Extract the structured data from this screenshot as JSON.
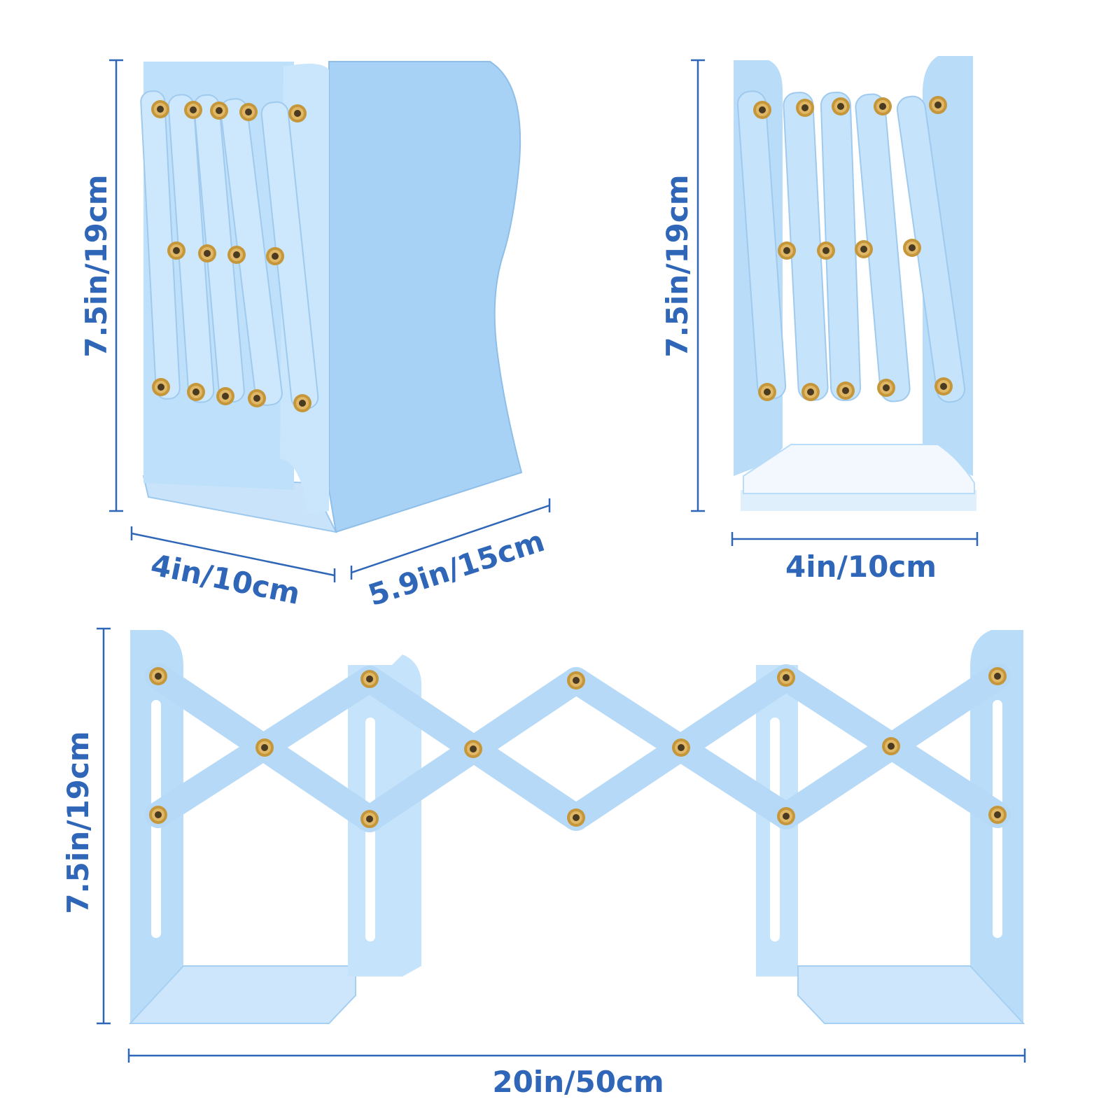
{
  "colors": {
    "accent": "#2f66b8",
    "bookend_blue": "#b9dcf8",
    "bookend_light": "#d3eafc",
    "bookend_shadow": "#8fbfe8",
    "grommet_brass": "#b5862e",
    "grommet_dark": "#4a3a22"
  },
  "views": {
    "angled": {
      "height_label": "7.5in/19cm",
      "width_label": "4in/10cm",
      "depth_label": "5.9in/15cm"
    },
    "front": {
      "height_label": "7.5in/19cm",
      "width_label": "4in/10cm"
    },
    "extended": {
      "height_label": "7.5in/19cm",
      "width_label": "20in/50cm"
    }
  }
}
